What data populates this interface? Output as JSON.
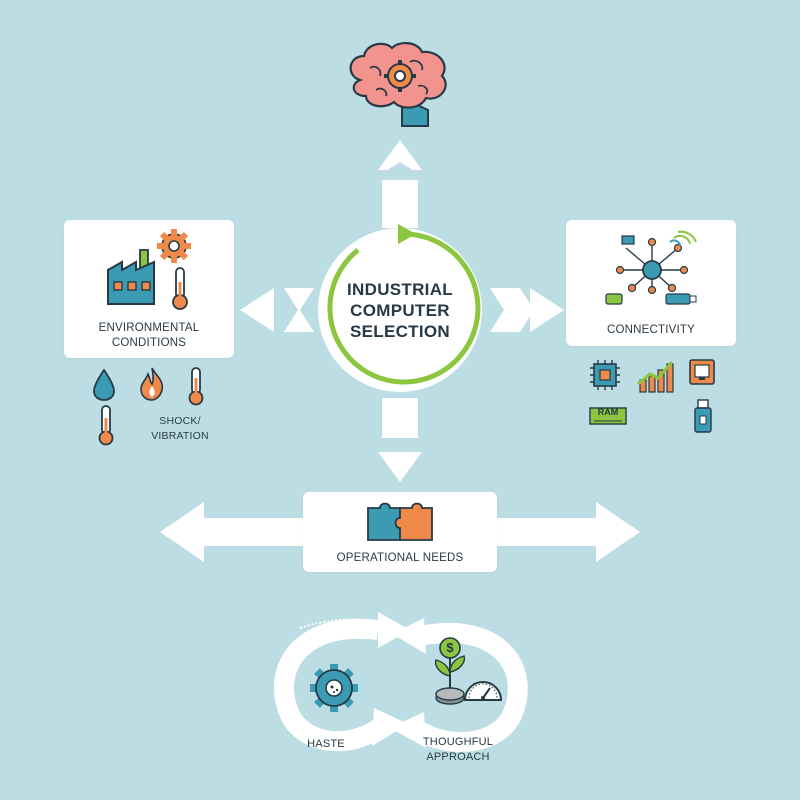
{
  "center": {
    "line1": "INDUSTRIAL",
    "line2": "COMPUTER",
    "line3": "SELECTION"
  },
  "environmental": {
    "title_line1": "ENVIRONMENTAL",
    "title_line2": "CONDITIONS",
    "shock_line1": "SHOCK/",
    "shock_line2": "VIBRATION"
  },
  "connectivity": {
    "title": "CONNECTIVITY",
    "ram_label": "RAM"
  },
  "operational": {
    "title": "OPERATIONAL NEEDS"
  },
  "cycle": {
    "haste": "HASTE",
    "thoughtful_line1": "THOUGHFUL",
    "thoughtful_line2": "APPROACH",
    "dollar": "$"
  },
  "colors": {
    "background": "#bcdde3",
    "accent_green": "#8cc63f",
    "teal": "#3a9bb3",
    "orange": "#f08a4b",
    "brain_pink": "#f2938e"
  }
}
